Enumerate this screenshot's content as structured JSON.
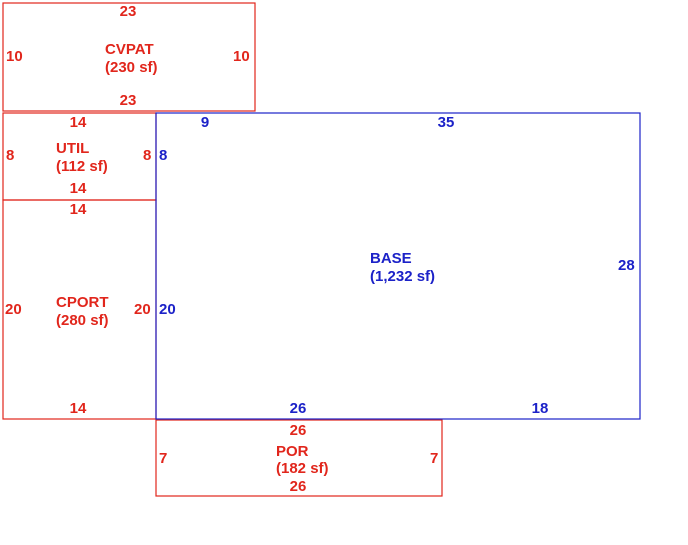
{
  "colors": {
    "accent_red": "#e1261c",
    "accent_blue": "#1c22c8",
    "background": "#ffffff"
  },
  "areas": {
    "cvpat": {
      "name": "CVPAT",
      "area": "(230 sf)",
      "dims": {
        "top": "23",
        "bottom": "23",
        "left": "10",
        "right": "10"
      }
    },
    "util": {
      "name": "UTIL",
      "area": "(112 sf)",
      "dims": {
        "top": "14",
        "bottom": "14",
        "left": "8",
        "right": "8"
      }
    },
    "cport": {
      "name": "CPORT",
      "area": "(280 sf)",
      "dims": {
        "top": "14",
        "bottom": "14",
        "left": "20",
        "right": "20"
      }
    },
    "base": {
      "name": "BASE",
      "area": "(1,232 sf)",
      "dims": {
        "top_left": "9",
        "top_right": "35",
        "left_upper": "8",
        "left_lower": "20",
        "right": "28",
        "bottom_left": "26",
        "bottom_right": "18"
      }
    },
    "por": {
      "name": "POR",
      "area": "(182 sf)",
      "dims": {
        "top": "26",
        "bottom": "26",
        "left": "7",
        "right": "7"
      }
    }
  }
}
